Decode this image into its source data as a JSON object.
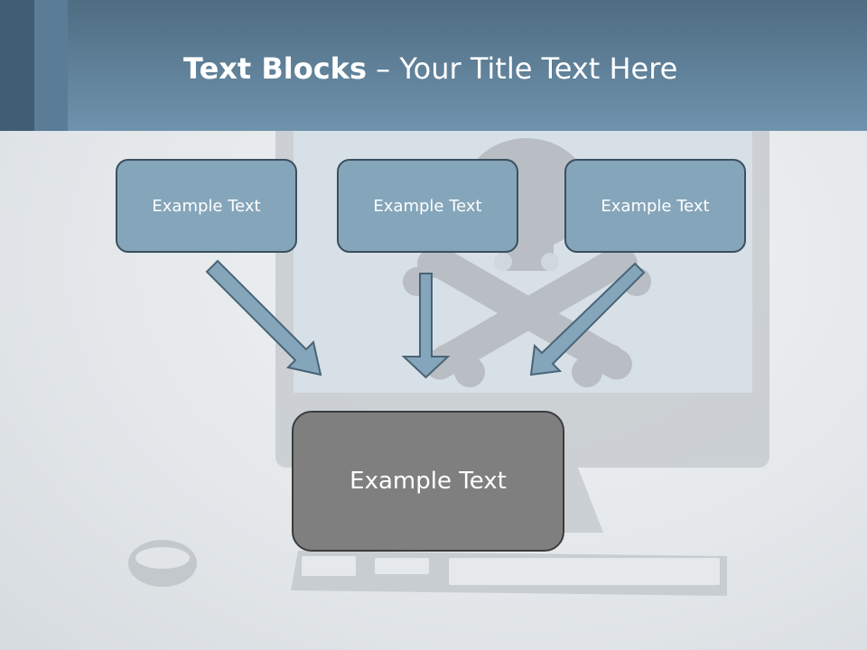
{
  "slide": {
    "title_bold": "Text Blocks",
    "title_rest": " – Your Title Text Here",
    "blocks": [
      {
        "label": "Example Text"
      },
      {
        "label": "Example Text"
      },
      {
        "label": "Example Text"
      }
    ],
    "main_block": {
      "label": "Example Text"
    }
  },
  "colors": {
    "header": "#6f93ad",
    "block_fill": "#85a5ba",
    "main_fill": "#7f7f7f",
    "arrow_fill": "#85a5ba"
  },
  "icons": [
    "computer-monitor-illustration",
    "skull-crossbones-icon",
    "keyboard-illustration",
    "mouse-illustration"
  ]
}
